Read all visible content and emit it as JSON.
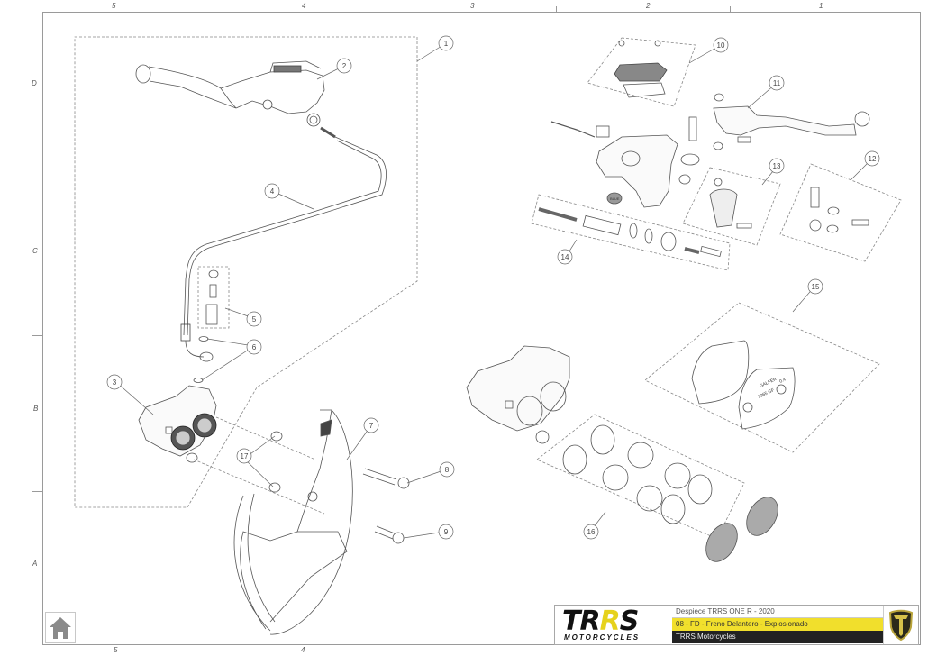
{
  "sheet": {
    "columns": [
      "5",
      "4",
      "3",
      "2",
      "1"
    ],
    "rows": [
      "D",
      "C",
      "B",
      "A"
    ]
  },
  "callouts": [
    {
      "id": "1",
      "label": "1"
    },
    {
      "id": "2",
      "label": "2"
    },
    {
      "id": "3",
      "label": "3"
    },
    {
      "id": "4",
      "label": "4"
    },
    {
      "id": "5",
      "label": "5"
    },
    {
      "id": "6",
      "label": "6"
    },
    {
      "id": "7",
      "label": "7"
    },
    {
      "id": "8",
      "label": "8"
    },
    {
      "id": "9",
      "label": "9"
    },
    {
      "id": "10",
      "label": "10"
    },
    {
      "id": "11",
      "label": "11"
    },
    {
      "id": "12",
      "label": "12"
    },
    {
      "id": "13",
      "label": "13"
    },
    {
      "id": "14",
      "label": "14"
    },
    {
      "id": "15",
      "label": "15"
    },
    {
      "id": "16",
      "label": "16"
    },
    {
      "id": "17",
      "label": "17"
    }
  ],
  "part_markings": {
    "brake_pad_text_1": "GALFER",
    "brake_pad_text_2": "1065 GF",
    "brake_pad_text_3": "0.4",
    "reservoir_cap_text": "BLUE"
  },
  "title_block": {
    "brand": "TRRS",
    "brand_sub": "MOTORCYCLES",
    "line1": "Despiece TRRS ONE R - 2020",
    "line2": "08 - FD - Freno Delantero - Explosionado",
    "line3": "TRRS Motorcycles",
    "colors": {
      "highlight": "#f1df2c",
      "dark": "#222222",
      "badge_gold": "#c9b43a"
    }
  },
  "nav": {
    "home_icon": "home-icon"
  }
}
